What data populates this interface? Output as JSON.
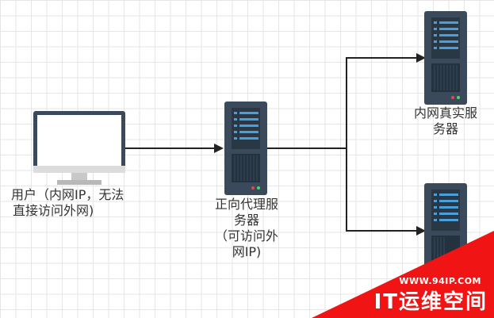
{
  "nodes": {
    "client": {
      "icon": "monitor-icon",
      "label_lines": [
        "用户（内网IP，无法",
        "直接访问外网)"
      ]
    },
    "proxy": {
      "icon": "server-icon",
      "label_lines": [
        "正向代理服",
        "务器",
        "（可访问外",
        "网IP)"
      ]
    },
    "real_server_1": {
      "icon": "server-icon",
      "label_lines": [
        "内网真实服",
        "务器"
      ]
    },
    "real_server_2": {
      "icon": "server-icon",
      "label_lines": []
    }
  },
  "edges": [
    {
      "from": "client",
      "to": "proxy"
    },
    {
      "from": "proxy",
      "to": "real_server_1"
    },
    {
      "from": "proxy",
      "to": "real_server_2"
    }
  ],
  "watermark": {
    "url": "WWW.94IP.COM",
    "brand": "IT运维空间",
    "color": "#f01414"
  },
  "colors": {
    "server_body": "#3a4a5a",
    "server_slot": "#4a9fd8",
    "monitor_frame": "#3a4a5a",
    "line": "#222222"
  }
}
